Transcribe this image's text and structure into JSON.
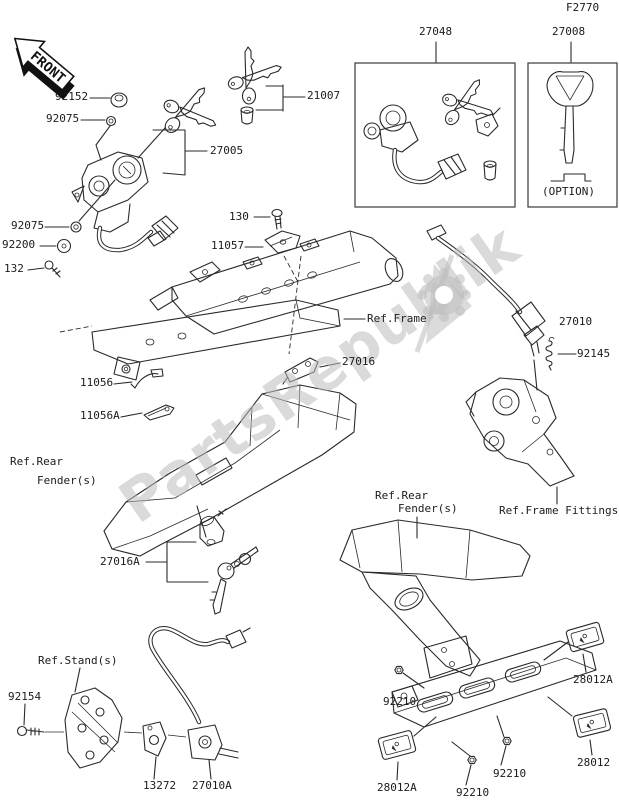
{
  "page": {
    "figure_code": "F2770",
    "front_label": "FRONT",
    "watermark": "PartsRepublik"
  },
  "labels": {
    "p92152": "92152",
    "p92075a": "92075",
    "p27005": "27005",
    "p21007": "21007",
    "p27048": "27048",
    "p27008": "27008",
    "option": "(OPTION)",
    "p92075b": "92075",
    "p92200": "92200",
    "p132": "132",
    "p130": "130",
    "p11057": "11057",
    "ref_frame": "Ref.Frame",
    "p27016": "27016",
    "p27010": "27010",
    "p92145": "92145",
    "p11056": "11056",
    "p11056a": "11056A",
    "ref_rear_left_1": "Ref.Rear",
    "ref_rear_left_2": "Fender(s)",
    "ref_rear_right_1": "Ref.Rear",
    "ref_rear_right_2": "Fender(s)",
    "ref_frame_fittings": "Ref.Frame Fittings",
    "p27016a": "27016A",
    "ref_stand": "Ref.Stand(s)",
    "p92154": "92154",
    "p13272": "13272",
    "p27010a": "27010A",
    "p92210a": "92210",
    "p92210b": "92210",
    "p92210c": "92210",
    "p28012a_tr": "28012A",
    "p28012": "28012",
    "p28012a_bl": "28012A"
  }
}
